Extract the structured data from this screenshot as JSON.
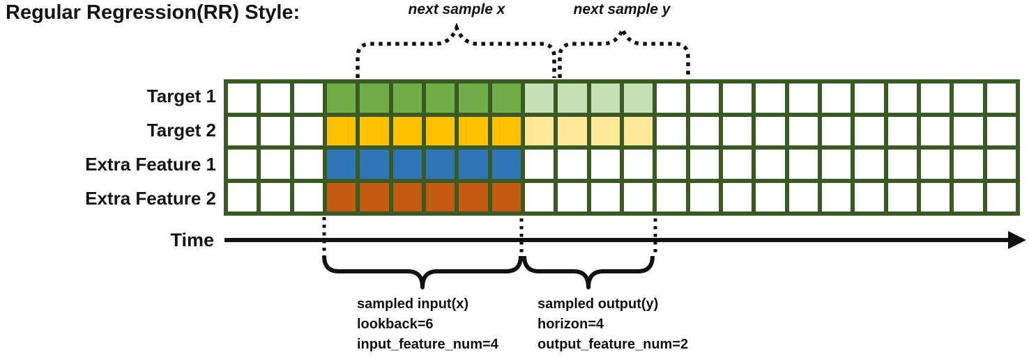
{
  "title": "Regular Regression(RR) Style:",
  "top_braces": {
    "next_sample_x_label": "next sample x",
    "next_sample_y_label": "next sample y"
  },
  "grid": {
    "num_columns": 24,
    "num_rows": 4,
    "input_start_column": 4,
    "lookback": 6,
    "horizon": 4,
    "rows": [
      {
        "label": "Target 1",
        "input_color": "#70AD47",
        "output_color": "#C5E0B4",
        "has_output": true
      },
      {
        "label": "Target 2",
        "input_color": "#FFC000",
        "output_color": "#FFE699",
        "has_output": true
      },
      {
        "label": "Extra Feature 1",
        "input_color": "#2E75B6",
        "output_color": null,
        "has_output": false
      },
      {
        "label": "Extra Feature 2",
        "input_color": "#C55A11",
        "output_color": null,
        "has_output": false
      }
    ]
  },
  "colors": {
    "grid_border": "#3A5A23",
    "cell_empty": "#FFFFFF",
    "annotation_line": "#000000"
  },
  "time_axis": {
    "label": "Time"
  },
  "bottom_annotations": {
    "input": {
      "lines": [
        "sampled input(x)",
        "lookback=6",
        "input_feature_num=4"
      ]
    },
    "output": {
      "lines": [
        "sampled output(y)",
        "horizon=4",
        "output_feature_num=2"
      ]
    }
  }
}
